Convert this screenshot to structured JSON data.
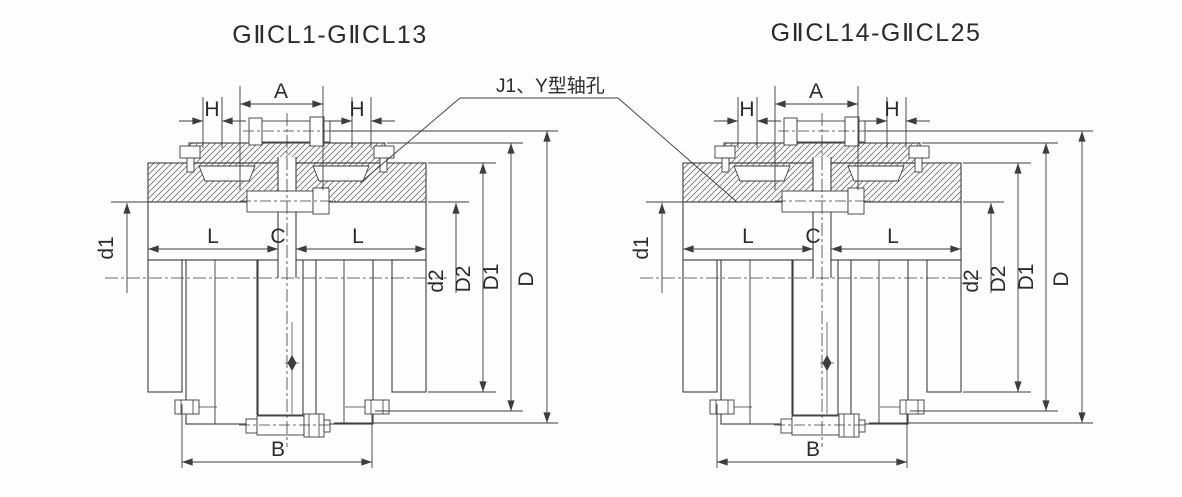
{
  "titles": {
    "left": "GⅡCL1-GⅡCL13",
    "right": "GⅡCL14-GⅡCL25"
  },
  "annotation": {
    "shaft_hole_label": "J1、Y型轴孔"
  },
  "dimensions": {
    "a": "A",
    "h": "H",
    "l": "L",
    "c": "C",
    "b": "B",
    "d1": "d1",
    "d2": "d2",
    "D2": "D2",
    "D1": "D1",
    "D": "D"
  },
  "colors": {
    "line": "#3d3d3d",
    "hatch": "#5a5a5a",
    "text": "#2b2b2b",
    "background": "#fdfdfd"
  }
}
